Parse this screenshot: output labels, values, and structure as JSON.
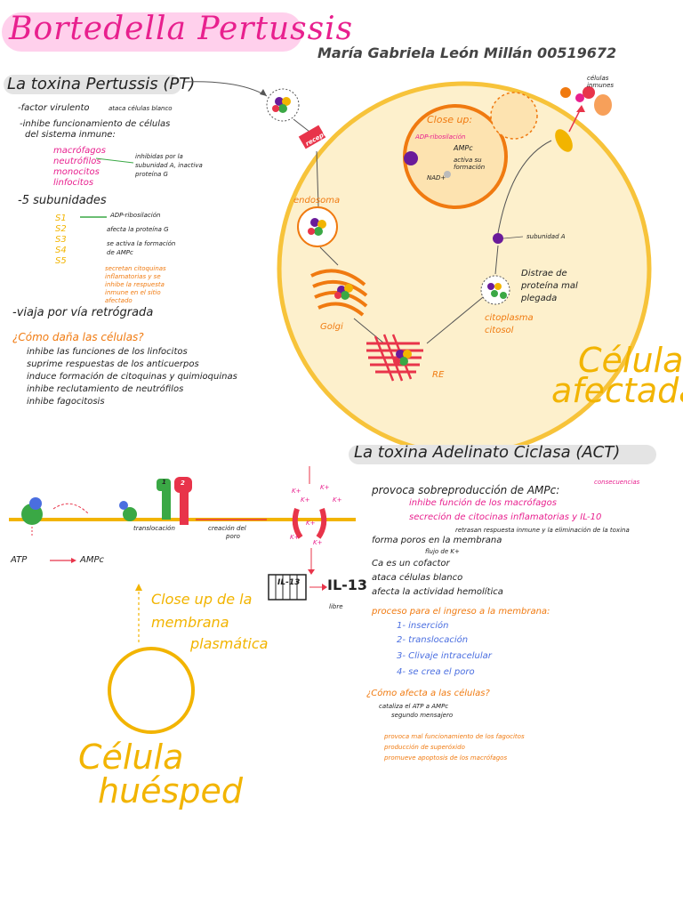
{
  "title": "Bortedella Pertussis",
  "author": "María Gabriela León Millán 00519672",
  "pt": {
    "heading": "La toxina Pertussis (PT)",
    "factor": "-factor virulento",
    "factor_note": "ataca células blanco",
    "inhibe1": "-inhibe funcionamiento de células",
    "inhibe2": "del sistema inmune:",
    "cells": [
      "macrófagos",
      "neutrófilos",
      "monocitos",
      "linfocitos"
    ],
    "cells_note": [
      "inhibidas por la",
      "subunidad A, inactiva",
      "proteína G"
    ],
    "subunits_heading": "-5 subunidades",
    "subunits": [
      "S1",
      "S2",
      "S3",
      "S4",
      "S5"
    ],
    "adp_notes": [
      "ADP-ribosilación",
      "afecta la proteína G",
      "se activa la formación",
      "de AMPc"
    ],
    "secretion": [
      "secretan citoquinas",
      "inflamatorias y se",
      "inhibe la respuesta",
      "inmune en el sitio",
      "afectado"
    ],
    "viaja": "-viaja por vía retrógrada",
    "como_dana": "¿Cómo daña las células?",
    "damages": [
      "inhibe las funciones de los linfocitos",
      "suprime respuestas de los anticuerpos",
      "induce formación de citoquinas y quimioquinas",
      "inhibe reclutamiento de neutrófilos",
      "inhibe fagocitosis"
    ]
  },
  "cell1": {
    "receptor": "receptor",
    "endosoma": "endosoma",
    "golgi": "Golgi",
    "re": "RE",
    "close_up": "Close up:",
    "adp_rib": "ADP-ribosilación",
    "ampc": "AMPc",
    "activa": [
      "activa su",
      "formación"
    ],
    "nad": "NAD+",
    "subunidad_a": "subunidad A",
    "distrae": [
      "Distrae de",
      "proteína mal",
      "plegada"
    ],
    "citoplasma": [
      "citoplasma",
      "citosol"
    ],
    "celulas_inmunes": [
      "células",
      "inmunes"
    ],
    "afectada": [
      "Célula",
      "afectada"
    ]
  },
  "act": {
    "heading": "La toxina Adelinato Ciclasa (ACT)",
    "provoca": "provoca sobreproducción de AMPc:",
    "consecuencias": "consecuencias",
    "effects": [
      "inhibe función de los macrófagos",
      "secreción de citocinas inflamatorias y IL-10"
    ],
    "retrasan": "retrasan respuesta inmune y la eliminación de la toxina",
    "poros": "forma poros en la membrana",
    "flujo": "flujo de K+",
    "ca": "Ca es un cofactor",
    "ataca": "ataca células blanco",
    "hemolitica": "afecta la actividad hemolítica",
    "proceso": "proceso para el ingreso a la membrana:",
    "steps": [
      "1- inserción",
      "2- translocación",
      "3- Clivaje intracelular",
      "4- se crea el poro"
    ],
    "como_afecta": "¿Cómo afecta a las células?",
    "cataliza": "cataliza el ATP a AMPc",
    "segundo": "segundo mensajero",
    "consequences": [
      "provoca mal funcionamiento de los fagocitos",
      "producción de superóxido",
      "promueve apoptosis de los macrófagos"
    ]
  },
  "membrane": {
    "atp": "ATP",
    "ampc": "AMPc",
    "translocacion": "translocación",
    "creacion": [
      "creación del",
      "poro"
    ],
    "il13": "IL-13",
    "libre": "libre",
    "k": "K+",
    "close_up": [
      "Close up de la",
      "membrana",
      "plasmática"
    ],
    "huesped": [
      "Célula",
      "huésped"
    ],
    "n1": "1",
    "n2": "2"
  },
  "colors": {
    "pink": "#e8208e",
    "yellow": "#f2b400",
    "orange": "#f07a10",
    "red": "#e8344a",
    "green": "#3aa845",
    "purple": "#6a1b9a",
    "cell_fill": "#fdf0cc"
  }
}
